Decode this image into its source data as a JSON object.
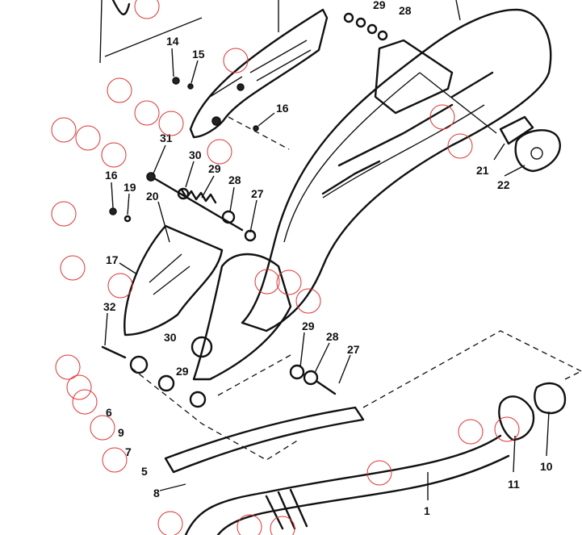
{
  "diagram": {
    "labels": [
      "14",
      "15",
      "16",
      "31",
      "30",
      "29",
      "28",
      "27",
      "16",
      "19",
      "20",
      "17",
      "32",
      "30",
      "29",
      "29",
      "28",
      "27",
      "21",
      "22",
      "28",
      "29",
      "6",
      "9",
      "7",
      "5",
      "8",
      "11",
      "10",
      "1"
    ],
    "marker_color": "#dd3333",
    "marker_count": 27
  }
}
